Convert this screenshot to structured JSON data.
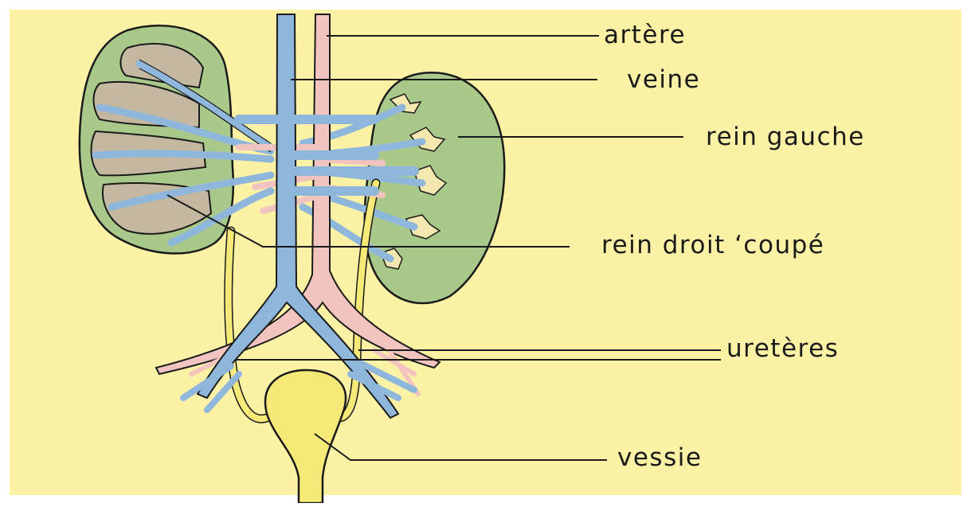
{
  "colors": {
    "background": "#fbf2a5",
    "vein": "#8fb7dc",
    "artery": "#f2c4c0",
    "kidney_green": "#a9c98a",
    "kidney_inner": "#c4b9a0",
    "ureter_yellow": "#f5e978",
    "bladder": "#f5e978",
    "outline": "#1a1a1a"
  },
  "labels": {
    "artere": "artère",
    "veine": "veine",
    "rein_gauche": "rein  gauche",
    "rein_droit": "rein  droit ʻcoupé",
    "ureteres": "uretères",
    "vessie": "vessie"
  }
}
